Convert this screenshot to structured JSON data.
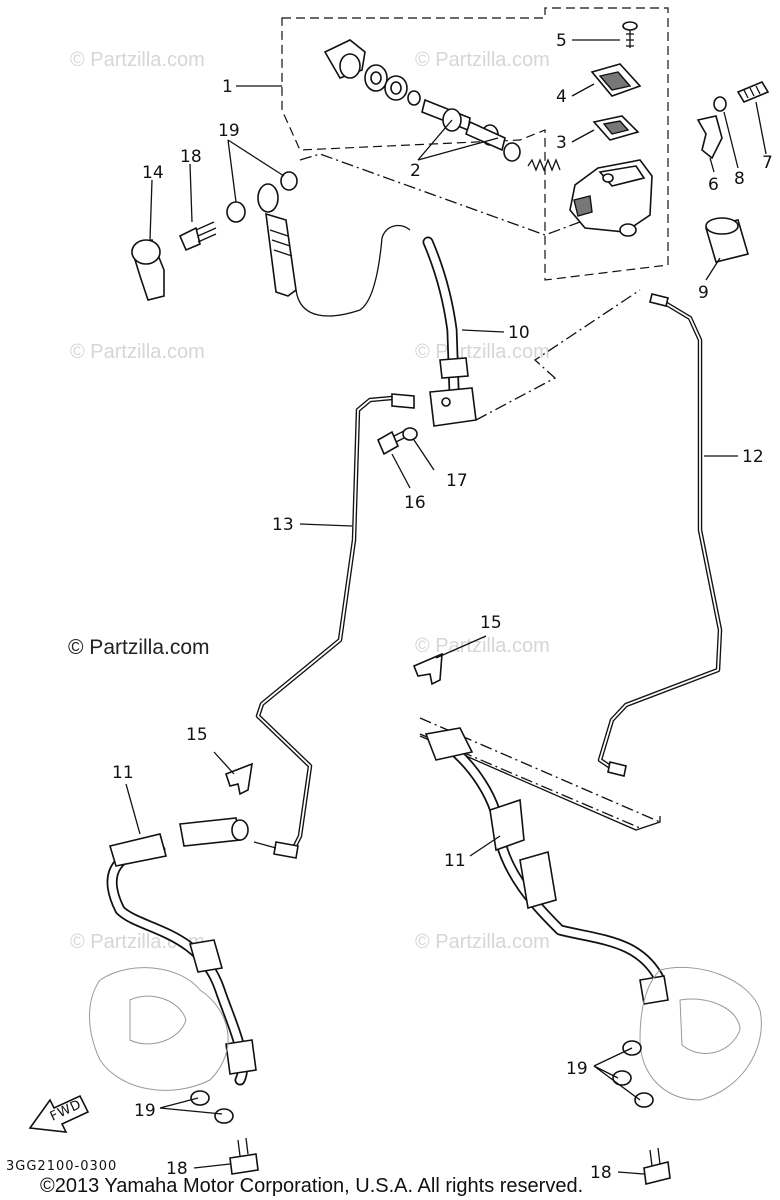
{
  "watermark": "© Partzilla.com",
  "diagram_code": "3GG2100-0300",
  "fwd_label": "FWD",
  "copyright": "©2013 Yamaha Motor Corporation, U.S.A. All rights reserved.",
  "callouts": {
    "c1": "1",
    "c2": "2",
    "c3": "3",
    "c4": "4",
    "c5": "5",
    "c6": "6",
    "c7": "7",
    "c8": "8",
    "c9": "9",
    "c10": "10",
    "c11a": "11",
    "c11b": "11",
    "c12": "12",
    "c13": "13",
    "c14": "14",
    "c15a": "15",
    "c15b": "15",
    "c16": "16",
    "c17": "17",
    "c18a": "18",
    "c18b": "18",
    "c18c": "18",
    "c19a": "19",
    "c19b": "19",
    "c19c": "19"
  }
}
